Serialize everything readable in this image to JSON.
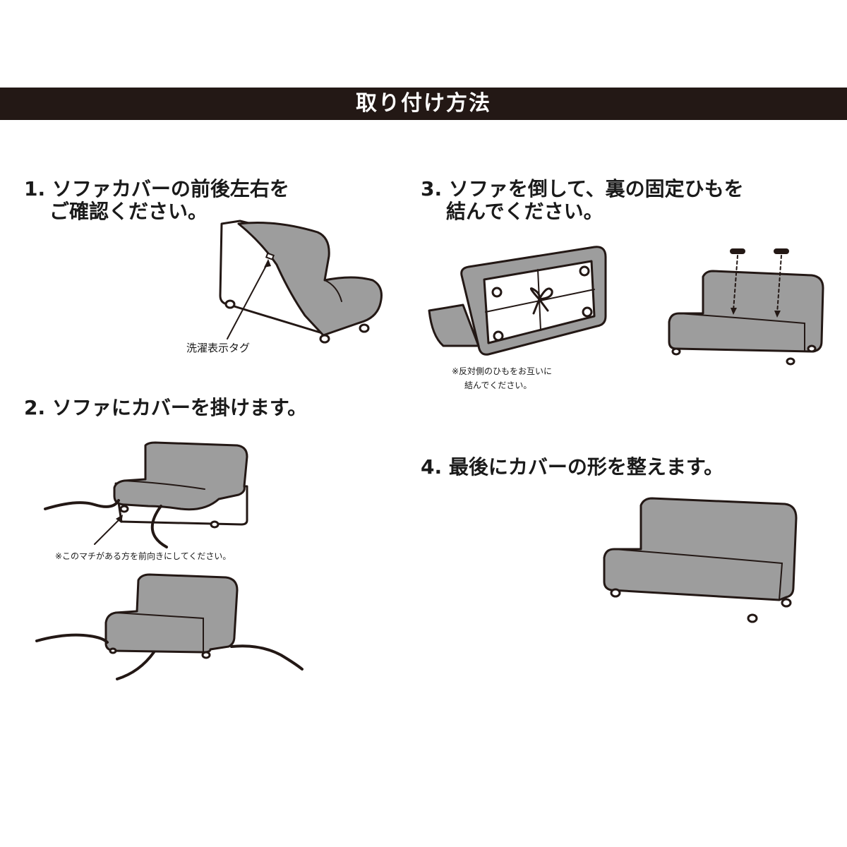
{
  "header": {
    "title": "取り付け方法"
  },
  "steps": [
    {
      "line1": "1. ソファカバーの前後左右を",
      "line2": "ご確認ください。"
    },
    {
      "line1": "2. ソファにカバーを掛けます。"
    },
    {
      "line1": "3. ソファを倒して、裏の固定ひもを",
      "line2": "結んでください。"
    },
    {
      "line1": "4. 最後にカバーの形を整えます。"
    }
  ],
  "labels": {
    "wash_tag": "洗濯表示タグ",
    "gusset_note": "※このマチがある方を前向きにしてください。",
    "tie_note_line1": "※反対側のひもをお互いに",
    "tie_note_line2": "結んでください。"
  },
  "colors": {
    "header_bg": "#231815",
    "cover_gray": "#9d9d9d",
    "line": "#231815"
  }
}
